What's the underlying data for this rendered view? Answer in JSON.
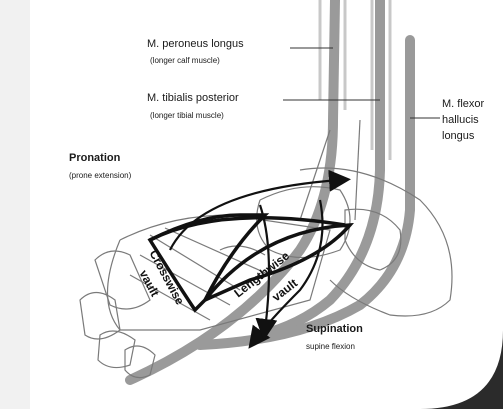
{
  "labels": {
    "peroneus": "M. peroneus longus",
    "peroneus_sub": "(longer calf muscle)",
    "tibialis": "M. tibialis posterior",
    "tibialis_sub": "(longer tibial muscle)",
    "flexor_1": "M. flexor",
    "flexor_2": "hallucis",
    "flexor_3": "longus",
    "pronation": "Pronation",
    "pronation_sub": "(prone extension)",
    "crosswise_1": "Crosswise",
    "crosswise_2": "vault",
    "lengthwise_1": "Lengthwise",
    "lengthwise_2": "vault",
    "supination": "Supination",
    "supination_sub": "supine flexion"
  },
  "colors": {
    "background": "#ffffff",
    "frame": "#2b2b2b",
    "muscle": "#9a9a9a",
    "bone_outline": "#7a7a7a",
    "vault_line": "#111111"
  }
}
